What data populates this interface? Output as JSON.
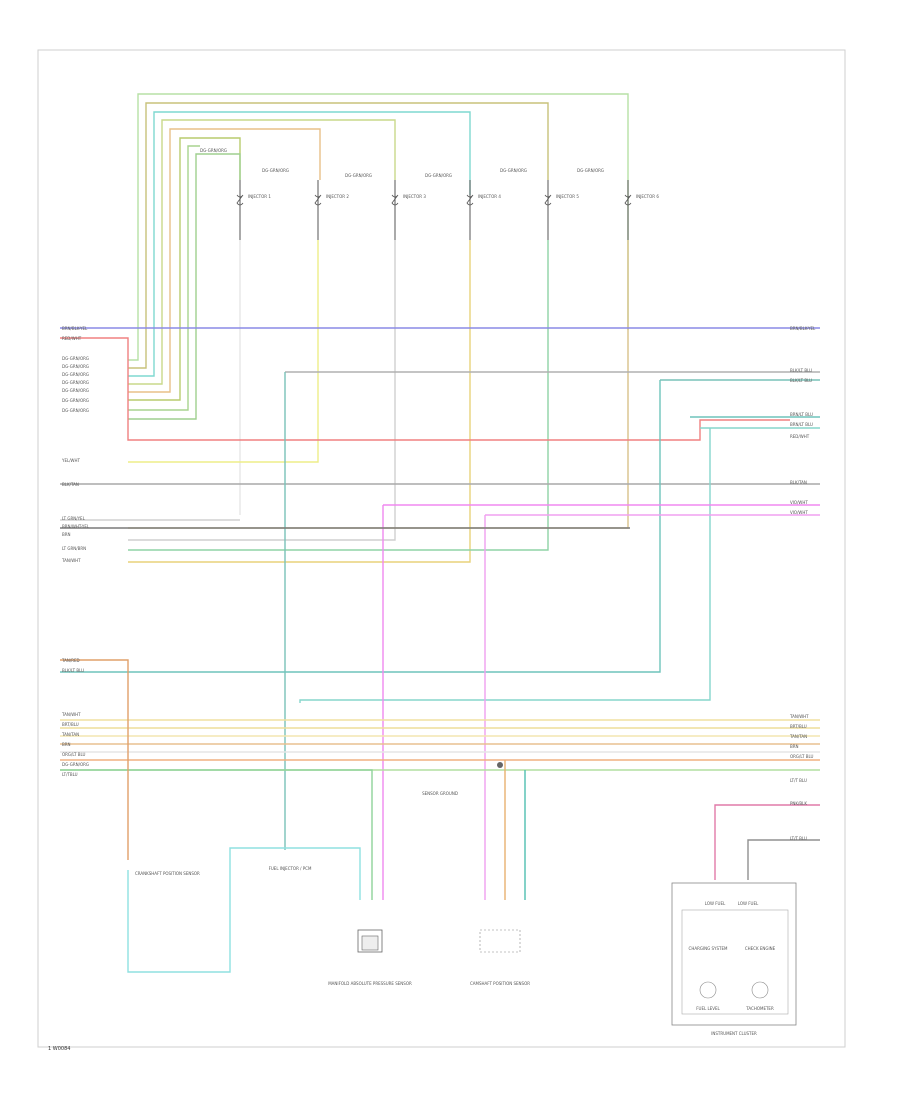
{
  "code": "1  W0084",
  "left_labels": [
    "BRN/BLK-YEL",
    "RED/WHT",
    "DG-GRN/ORG",
    "DG-GRN/ORG",
    "DG-GRN/ORG",
    "DG-GRN/ORG",
    "DG-GRN/ORG",
    "DG-GRN/ORG",
    "DG-GRN/ORG",
    "YEL/WHT",
    "BLK/TAN",
    "LT GRN/YEL",
    "BRN/WHT-YEL",
    "BRN",
    "LT GRN/BRN",
    "TAN/WHT",
    "TAN/RED",
    "BLK/LT BLU",
    "TAN/WHT",
    "BRT/BLU",
    "TAN/TAN",
    "BRN",
    "ORG/LT BLU",
    "DG-GRN/ORG",
    "LT/TBLU"
  ],
  "right_labels": [
    "BRN/BLK-YEL",
    "BLK/LT BLU",
    "BLK/LT BLU",
    "BRN/LT BLU",
    "BRN/LT BLU",
    "RED/WHT",
    "BLK/TAN",
    "VIO/WHT",
    "VIO/WHT",
    "TAN/WHT",
    "BRT/BLU",
    "TAN/TAN",
    "BRN",
    "ORG/LT BLU",
    "LT/T BLU",
    "PNK/BLK",
    "LT/T BLU"
  ],
  "top_labels": [
    "DG-GRN/ORG",
    "DG-GRN/ORG",
    "DG-GRN/ORG",
    "DG-GRN/ORG",
    "DG-GRN/ORG",
    "DG-GRN/ORG"
  ],
  "injector_labels": [
    "INJECTOR 1",
    "INJECTOR 2",
    "INJECTOR 3",
    "INJECTOR 4",
    "INJECTOR 5",
    "INJECTOR 6"
  ],
  "components": {
    "left_sensor": "CRANKSHAFT POSITION SENSOR",
    "pcm_box": "FUEL INJECTOR / PCM",
    "map_sensor": "MANIFOLD ABSOLUTE PRESSURE SENSOR",
    "sensor_ground": "SENSOR GROUND",
    "camshaft_sensor": "CAMSHAFT POSITION SENSOR",
    "cluster_left_top": "LOW FUEL",
    "cluster_right_top": "LOW FUEL",
    "cluster_left_mid": "CHARGING SYSTEM",
    "cluster_right_mid": "CHECK ENGINE",
    "cluster_left_bottom": "FUEL LEVEL",
    "cluster_right_bottom": "TACHOMETER",
    "cluster_title": "INSTRUMENT CLUSTER"
  }
}
